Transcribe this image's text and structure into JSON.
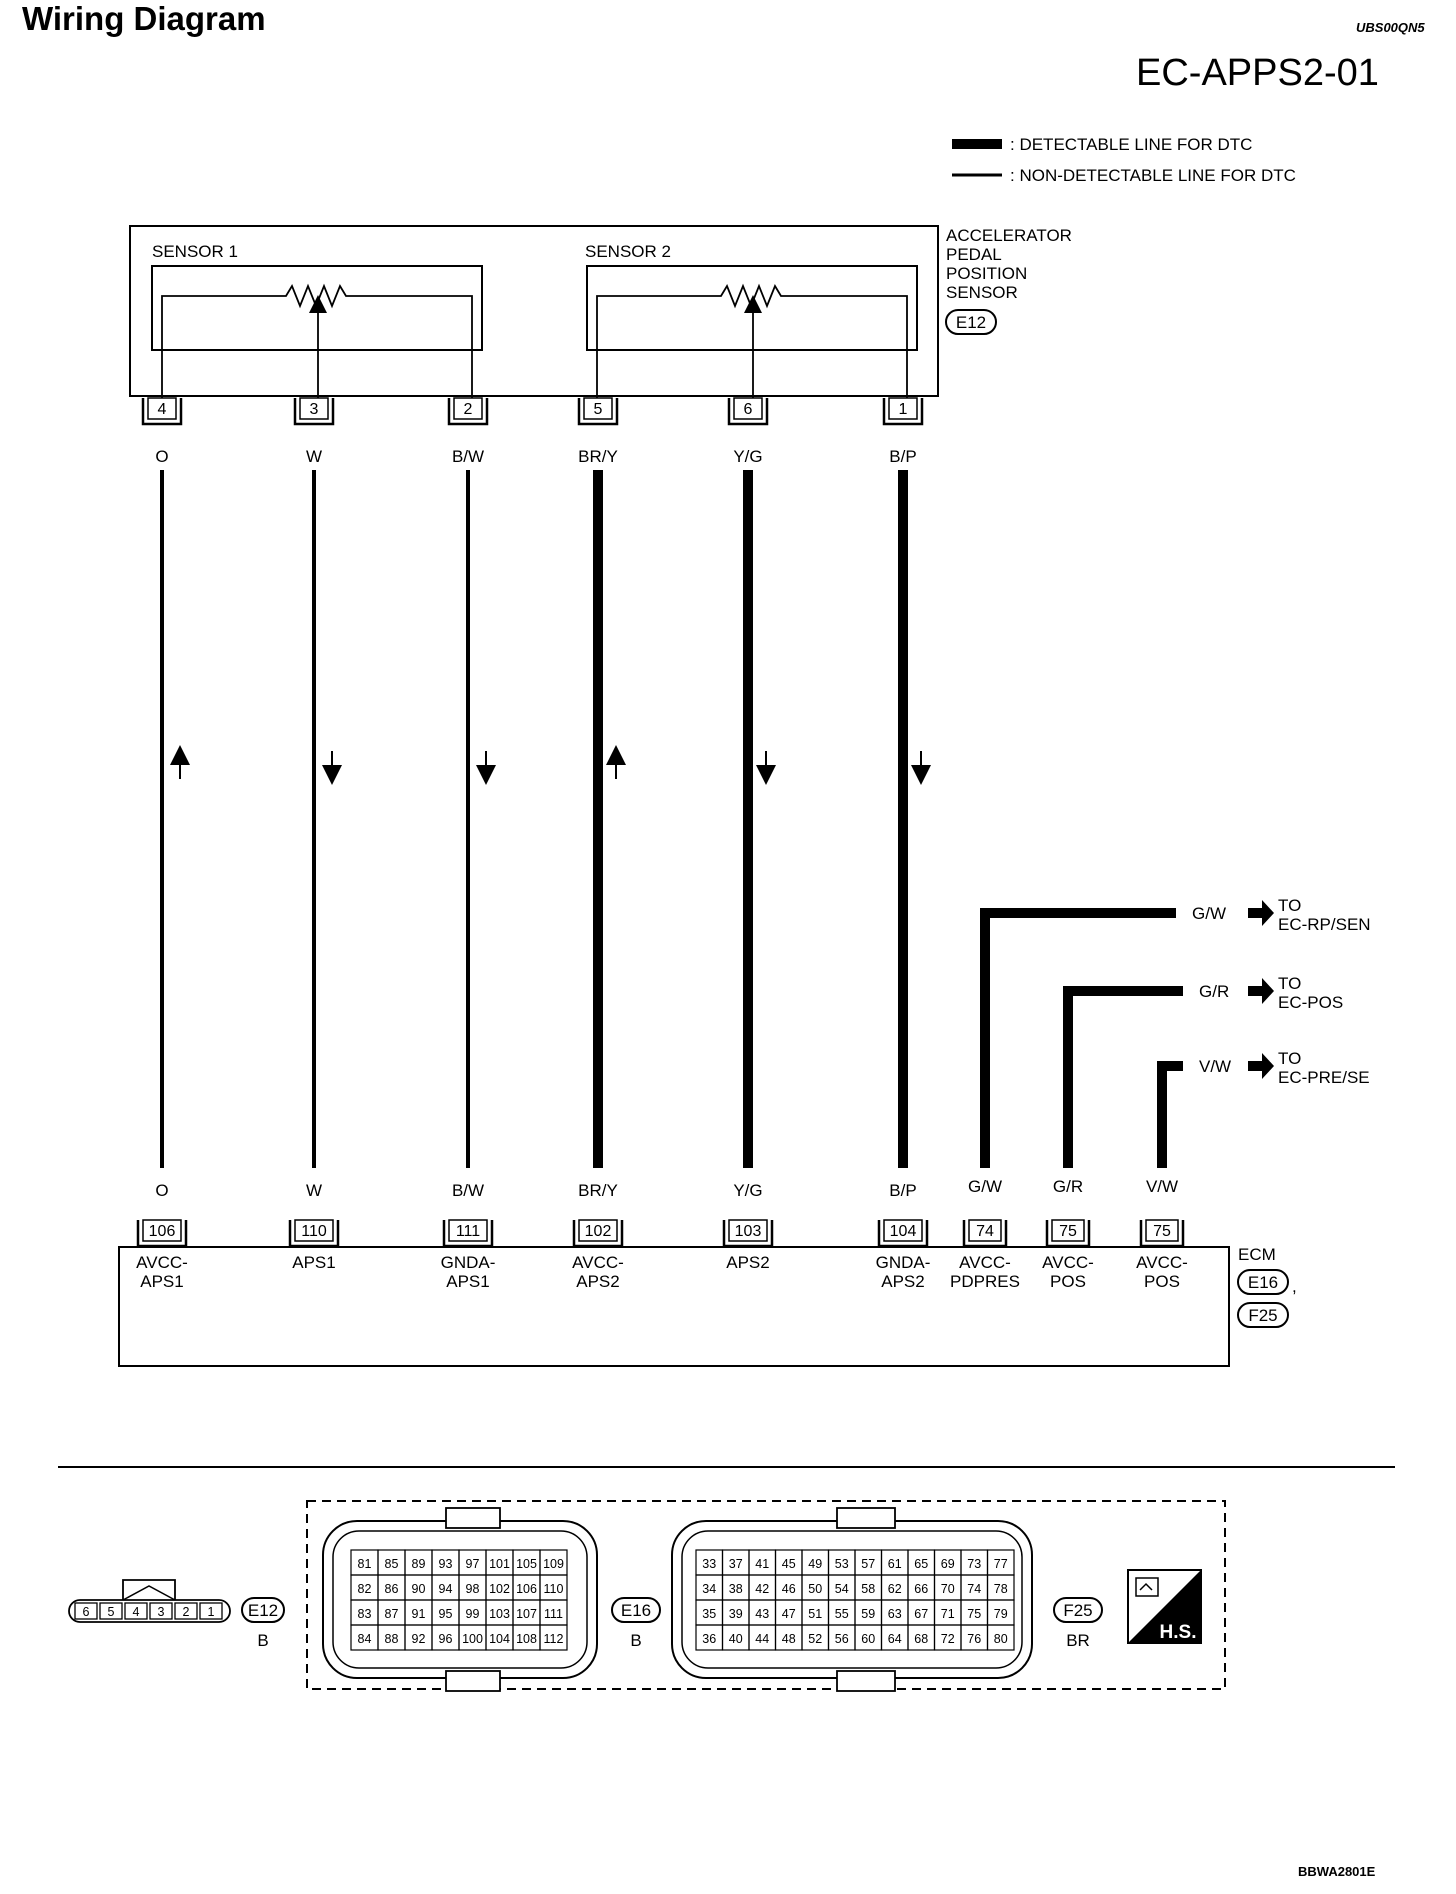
{
  "page_title": "Wiring Diagram",
  "doc_code": "UBS00QN5",
  "section_code": "EC-APPS2-01",
  "figure_code": "BBWA2801E",
  "legend": {
    "detectable": ": DETECTABLE LINE FOR DTC",
    "non_detectable": ": NON-DETECTABLE LINE FOR DTC"
  },
  "sensor": {
    "sensor1_label": "SENSOR 1",
    "sensor2_label": "SENSOR 2",
    "name_lines": [
      "ACCELERATOR",
      "PEDAL",
      "POSITION",
      "SENSOR"
    ],
    "connector": "E12"
  },
  "wires": [
    {
      "sensor_pin": "4",
      "color": "O",
      "ecm_pin": "106",
      "ecm_label": [
        "AVCC-",
        "APS1"
      ],
      "detectable": false,
      "arrow": "up"
    },
    {
      "sensor_pin": "3",
      "color": "W",
      "ecm_pin": "110",
      "ecm_label": [
        "APS1"
      ],
      "detectable": false,
      "arrow": "down"
    },
    {
      "sensor_pin": "2",
      "color": "B/W",
      "ecm_pin": "111",
      "ecm_label": [
        "GNDA-",
        "APS1"
      ],
      "detectable": false,
      "arrow": "down"
    },
    {
      "sensor_pin": "5",
      "color": "BR/Y",
      "ecm_pin": "102",
      "ecm_label": [
        "AVCC-",
        "APS2"
      ],
      "detectable": true,
      "arrow": "up"
    },
    {
      "sensor_pin": "6",
      "color": "Y/G",
      "ecm_pin": "103",
      "ecm_label": [
        "APS2"
      ],
      "detectable": true,
      "arrow": "down"
    },
    {
      "sensor_pin": "1",
      "color": "B/P",
      "ecm_pin": "104",
      "ecm_label": [
        "GNDA-",
        "APS2"
      ],
      "detectable": true,
      "arrow": "down"
    }
  ],
  "ecm_outputs": [
    {
      "color": "G/W",
      "ecm_pin": "74",
      "ecm_label": [
        "AVCC-",
        "PDPRES"
      ],
      "dest": [
        "TO",
        "EC-RP/SEN"
      ]
    },
    {
      "color": "G/R",
      "ecm_pin": "75",
      "ecm_label": [
        "AVCC-",
        "POS"
      ],
      "dest": [
        "TO",
        "EC-POS"
      ]
    },
    {
      "color": "V/W",
      "ecm_pin": "75",
      "ecm_label": [
        "AVCC-",
        "POS"
      ],
      "dest": [
        "TO",
        "EC-PRE/SE"
      ]
    }
  ],
  "ecm": {
    "name": "ECM",
    "connectors": [
      "E16",
      "F25"
    ],
    "separator": ","
  },
  "connectors": {
    "e12": {
      "id": "E12",
      "color": "B",
      "pins": [
        "6",
        "5",
        "4",
        "3",
        "2",
        "1"
      ]
    },
    "e16": {
      "id": "E16",
      "color": "B",
      "grid": [
        [
          "81",
          "85",
          "89",
          "93",
          "97",
          "101",
          "105",
          "109"
        ],
        [
          "82",
          "86",
          "90",
          "94",
          "98",
          "102",
          "106",
          "110"
        ],
        [
          "83",
          "87",
          "91",
          "95",
          "99",
          "103",
          "107",
          "111"
        ],
        [
          "84",
          "88",
          "92",
          "96",
          "100",
          "104",
          "108",
          "112"
        ]
      ]
    },
    "f25": {
      "id": "F25",
      "color": "BR",
      "grid": [
        [
          "33",
          "37",
          "41",
          "45",
          "49",
          "53",
          "57",
          "61",
          "65",
          "69",
          "73",
          "77"
        ],
        [
          "34",
          "38",
          "42",
          "46",
          "50",
          "54",
          "58",
          "62",
          "66",
          "70",
          "74",
          "78"
        ],
        [
          "35",
          "39",
          "43",
          "47",
          "51",
          "55",
          "59",
          "63",
          "67",
          "71",
          "75",
          "79"
        ],
        [
          "36",
          "40",
          "44",
          "48",
          "52",
          "56",
          "60",
          "64",
          "68",
          "72",
          "76",
          "80"
        ]
      ]
    },
    "hs_label": "H.S."
  }
}
